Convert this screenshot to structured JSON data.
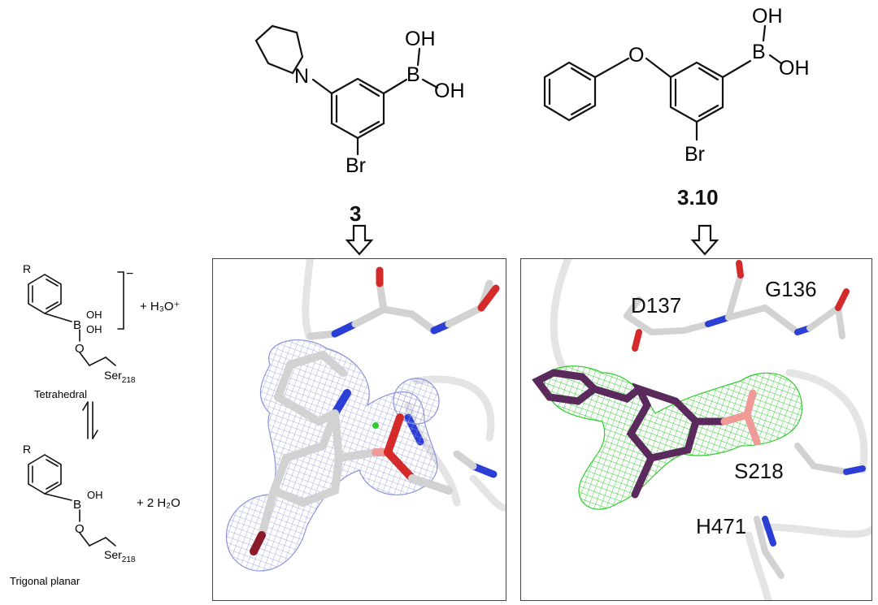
{
  "compound_left": {
    "id": "3",
    "substituent": "Br",
    "nitrogen": "N",
    "boron": "B",
    "oh_top": "OH",
    "oh_right": "OH"
  },
  "compound_right": {
    "id": "3.10",
    "substituent": "Br",
    "oxygen": "O",
    "boron": "B",
    "oh_top": "OH",
    "oh_right": "OH"
  },
  "scheme": {
    "tetrahedral_label": "Tetrahedral",
    "trigonal_label": "Trigonal planar",
    "r_group": "R",
    "boron": "B",
    "oh_a": "OH",
    "oh_b": "OH",
    "oh_c": "OH",
    "charge": "−",
    "o_link": "O",
    "ser": "Ser",
    "ser_sub": "218",
    "hydronium": "+ H₃O⁺",
    "water": "+ 2 H₂O"
  },
  "panel_right": {
    "residues": [
      "D137",
      "G136",
      "S218",
      "H471"
    ]
  },
  "colors": {
    "carbon": "#d2d2d2",
    "nitrogen": "#2b3fd6",
    "oxygen": "#d42a2a",
    "bromine": "#8a1a2a",
    "boron": "#ef9a96",
    "ligand_purple": "#5b2a5c",
    "mesh_blue": "#8d94d8",
    "mesh_green": "#2ecc2e",
    "ribbon": "#e2e2e2"
  }
}
